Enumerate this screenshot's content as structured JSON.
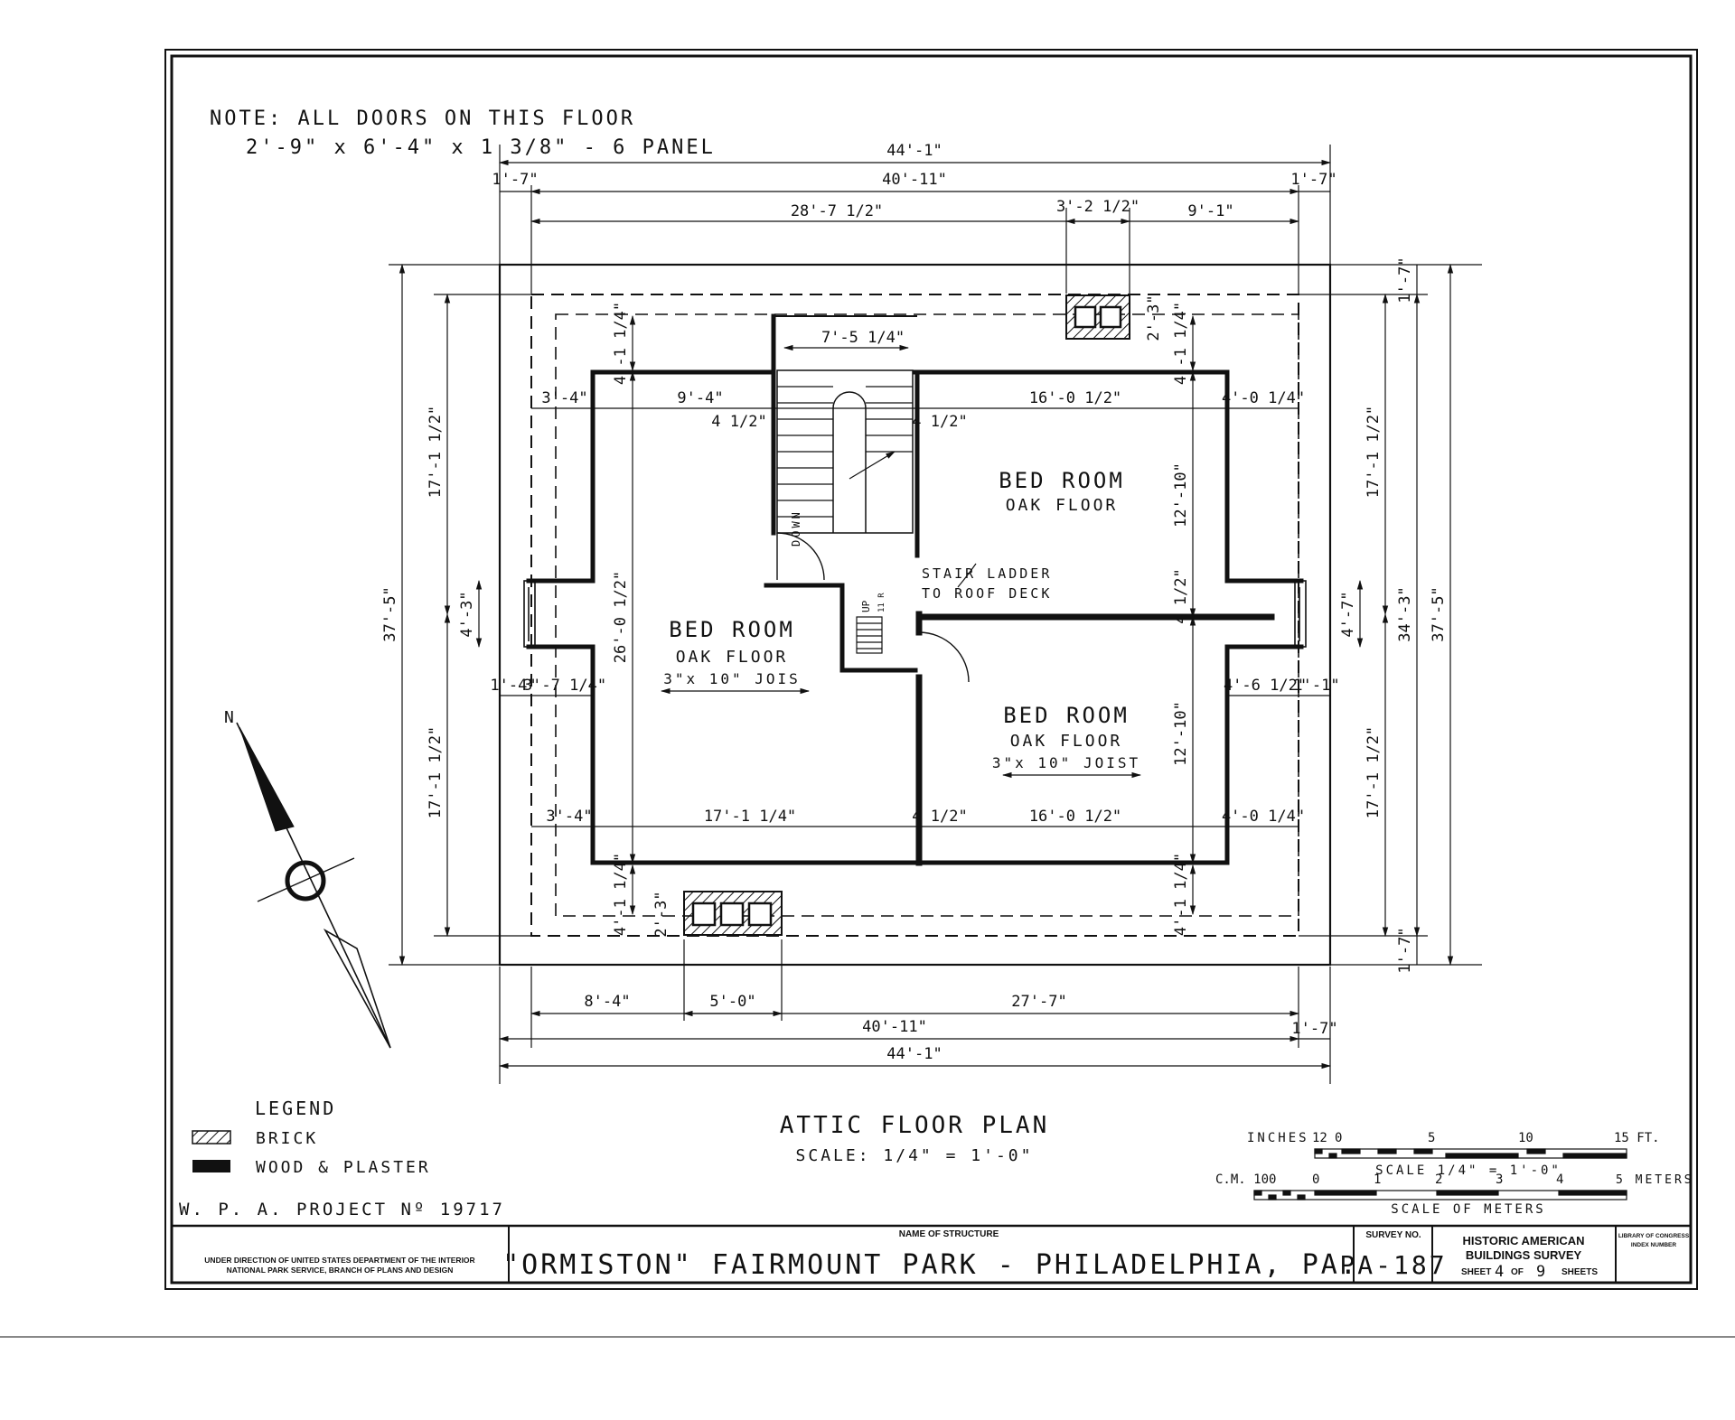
{
  "note": {
    "line1": "NOTE: ALL DOORS ON THIS FLOOR",
    "line2": "2'-9\" x 6'-4\" x 1 3/8\" - 6 PANEL"
  },
  "dims": {
    "top_overall": "44'-1\"",
    "top_inner": "40'-11\"",
    "top_left_offset": "1'-7\"",
    "top_right_offset": "1'-7\"",
    "top_a": "28'-7 1/2\"",
    "top_chimney": "3'-2 1/2\"",
    "top_b": "9'-1\"",
    "stair_width": "7'-5 1/4\"",
    "nw_wall": "4'-1 1/4\"",
    "ne_wall": "4'-1 1/4\"",
    "chimney_top_h": "2'-3\"",
    "left_room_w": "9'-4\"",
    "left_setback_top": "3'-4\"",
    "stair_wall_l": "4 1/2\"",
    "stair_wall_r": "4 1/2\"",
    "ne_room_w": "16'-0 1/2\"",
    "ne_setback": "4'-0 1/4\"",
    "ne_room_h": "12'-10\"",
    "partition": "4 1/2\"",
    "se_room_h": "12'-10\"",
    "left_room_h": "26'-0 1/2\"",
    "left_window": "4'-3\"",
    "left_w_off": "1'-4\"",
    "left_w_set": "3'-7 1/4\"",
    "right_window": "4'-7\"",
    "right_set": "4'-6 1/2\"",
    "right_off": "1'-1\"",
    "bot_setback_l": "3'-4\"",
    "bot_room_l": "17'-1 1/4\"",
    "bot_partition": "4 1/2\"",
    "bot_room_r": "16'-0 1/2\"",
    "bot_setback_r": "4'-0 1/4\"",
    "sw_wall": "4'-1 1/4\"",
    "se_wall": "4'-1 1/4\"",
    "chimney_bot_h": "2'-3\"",
    "bot_a": "8'-4\"",
    "bot_chimney": "5'-0\"",
    "bot_b": "27'-7\"",
    "bot_inner": "40'-11\"",
    "bot_right_off": "1'-7\"",
    "bot_overall": "44'-1\"",
    "left_overall": "37'-5\"",
    "left_upper": "17'-1 1/2\"",
    "left_lower": "17'-1 1/2\"",
    "right_upper": "17'-1 1/2\"",
    "right_lower": "17'-1 1/2\"",
    "right_inner": "34'-3\"",
    "right_overall": "37'-5\"",
    "right_top_off": "1'-7\"",
    "right_bot_off": "1'-7\""
  },
  "rooms": {
    "ne_name": "BED ROOM",
    "ne_floor": "OAK FLOOR",
    "w_name": "BED ROOM",
    "w_floor": "OAK FLOOR",
    "w_joist": "3\"x 10\" JOIS",
    "se_name": "BED ROOM",
    "se_floor": "OAK FLOOR",
    "se_joist": "3\"x 10\" JOIST"
  },
  "stairs": {
    "down": "DOWN",
    "up": "UP",
    "up_count": "11 R",
    "ladder1": "STAIR LADDER",
    "ladder2": "TO ROOF DECK"
  },
  "compass": {
    "north": "N"
  },
  "legend": {
    "title": "LEGEND",
    "brick": "BRICK",
    "wood": "WOOD & PLASTER"
  },
  "plan_title": {
    "title": "ATTIC FLOOR PLAN",
    "scale": "SCALE: 1/4\" = 1'-0\""
  },
  "scales": {
    "inches_label": "INCHES",
    "inch_ticks": [
      "12",
      "0",
      "5",
      "10",
      "15 FT."
    ],
    "imperial_caption": "SCALE 1/4\" = 1'-0\"",
    "cm_label": "C.M. 100",
    "metric_ticks": [
      "0",
      "1",
      "2",
      "3",
      "4",
      "5 METERS"
    ],
    "metric_caption": "SCALE OF METERS"
  },
  "project": "W. P. A. PROJECT Nº 19717",
  "titleblock": {
    "agency1": "UNDER DIRECTION OF UNITED STATES DEPARTMENT OF THE INTERIOR",
    "agency2": "NATIONAL PARK SERVICE, BRANCH OF PLANS AND DESIGN",
    "name_label": "NAME OF STRUCTURE",
    "structure": "\"ORMISTON\" FAIRMOUNT PARK - PHILADELPHIA, PA.",
    "survey_label": "SURVEY NO.",
    "survey_no": "PA-187",
    "habs1": "HISTORIC AMERICAN",
    "habs2": "BUILDINGS SURVEY",
    "sheet_word": "SHEET",
    "sheet_no": "4",
    "of_word": "OF",
    "sheet_total": "9",
    "sheets_word": "SHEETS",
    "loc1": "LIBRARY OF CONGRESS",
    "loc2": "INDEX NUMBER"
  }
}
